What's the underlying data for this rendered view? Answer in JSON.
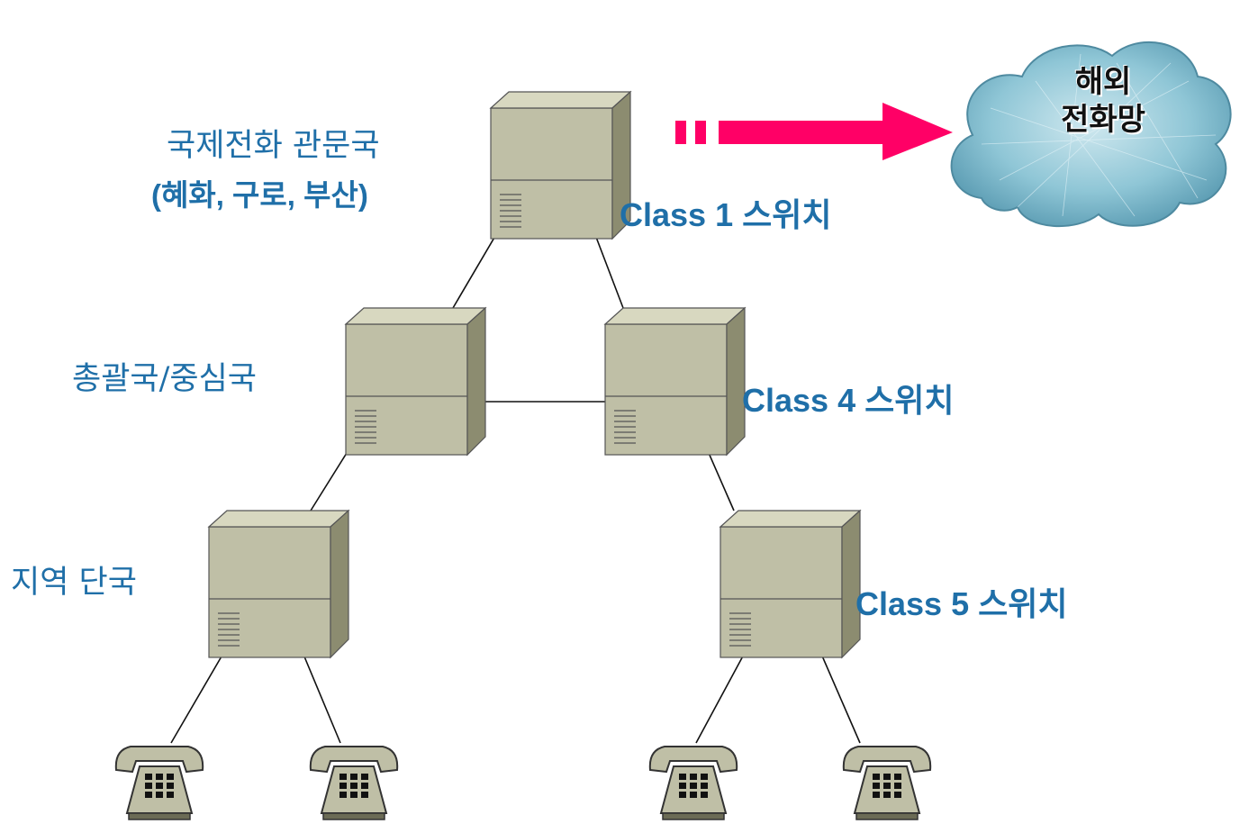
{
  "labels": {
    "class1_left_line1": "국제전화 관문국",
    "class1_left_line2": "(혜화, 구로, 부산)",
    "class1_right": "Class 1 스위치",
    "class4_left": "총괄국/중심국",
    "class4_right": "Class 4 스위치",
    "class5_left": "지역 단국",
    "class5_right": "Class 5 스위치"
  },
  "cloud": {
    "line1": "해외",
    "line2": "전화망"
  },
  "colors": {
    "label": "#1f6fa8",
    "arrow": "#ff0066",
    "switch_face": "#bfbfa6",
    "switch_side": "#8c8c70",
    "switch_top": "#d8d8c0",
    "cloud": "#8fc6d6"
  },
  "icons": {
    "switch": "network-switch-icon",
    "phone": "telephone-icon",
    "cloud": "cloud-icon",
    "arrow": "right-arrow-icon"
  }
}
